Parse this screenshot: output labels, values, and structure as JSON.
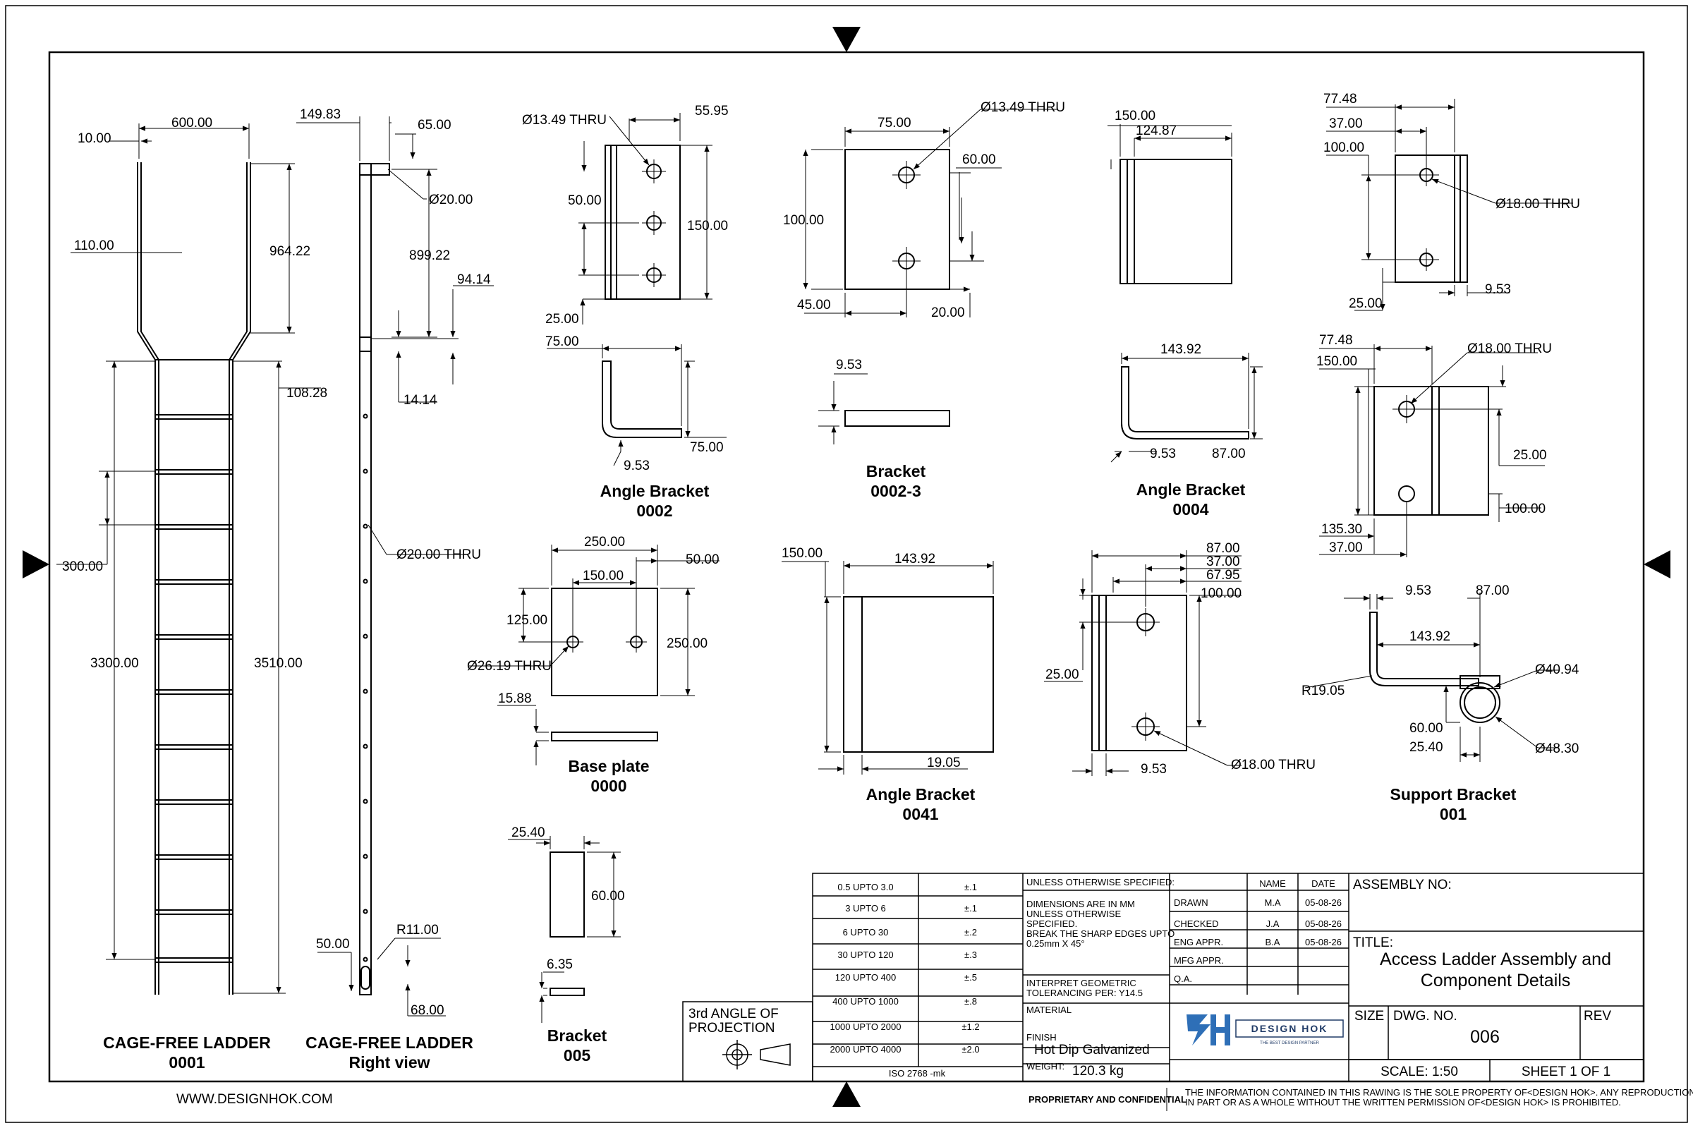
{
  "ladder": {
    "dims": {
      "w600": "600.00",
      "w10": "10.00",
      "w110": "110.00",
      "h964": "964.22",
      "h108": "108.28",
      "h300": "300.00",
      "h3300": "3300.00",
      "h3510": "3510.00"
    },
    "caption1": "CAGE-FREE LADDER",
    "caption2": "0001"
  },
  "ladder_right": {
    "dims": {
      "d149": "149.83",
      "d65": "65.00",
      "d20": "Ø20.00",
      "d899": "899.22",
      "d94": "94.14",
      "d14": "14.14",
      "d20thru": "Ø20.00 THRU",
      "r11": "R11.00",
      "d50": "50.00",
      "d68": "68.00"
    },
    "caption1": "CAGE-FREE LADDER",
    "caption2": "Right view"
  },
  "angle_0002": {
    "dims": {
      "hole": "Ø13.49 THRU",
      "w55": "55.95",
      "d50": "50.00",
      "h150": "150.00",
      "d25": "25.00",
      "d75a": "75.00",
      "d75b": "75.00",
      "t953": "9.53"
    },
    "caption1": "Angle Bracket",
    "caption2": "0002"
  },
  "bracket_0002_3": {
    "dims": {
      "hole": "Ø13.49 THRU",
      "w75": "75.00",
      "d60": "60.00",
      "h100": "100.00",
      "d45": "45.00",
      "d20": "20.00",
      "t953": "9.53"
    },
    "caption1": "Bracket",
    "caption2": "0002-3"
  },
  "angle_0004": {
    "dims": {
      "w150": "150.00",
      "w124": "124.87",
      "w143": "143.92",
      "t953": "9.53",
      "h87": "87.00"
    },
    "caption1": "Angle Bracket",
    "caption2": "0004"
  },
  "support_top": {
    "dims": {
      "d77": "77.48",
      "d37": "37.00",
      "d100": "100.00",
      "hole": "Ø18.00 THRU",
      "d25": "25.00",
      "t953": "9.53"
    }
  },
  "support_mid": {
    "dims": {
      "d77": "77.48",
      "d150": "150.00",
      "hole": "Ø18.00 THRU",
      "d25": "25.00",
      "d100": "100.00",
      "d135": "135.30",
      "d37": "37.00"
    }
  },
  "support_side": {
    "dims": {
      "t953": "9.53",
      "d87": "87.00",
      "w143": "143.92",
      "r19": "R19.05",
      "d40": "Ø40.94",
      "d60": "60.00",
      "d25": "25.40",
      "d48": "Ø48.30"
    },
    "caption1": "Support Bracket",
    "caption2": "001"
  },
  "base_plate": {
    "dims": {
      "w250": "250.00",
      "d50": "50.00",
      "d150": "150.00",
      "d125": "125.00",
      "h250": "250.00",
      "hole": "Ø26.19 THRU",
      "t15": "15.88"
    },
    "caption1": "Base plate",
    "caption2": "0000"
  },
  "angle_0041": {
    "dims": {
      "h150": "150.00",
      "w143": "143.92",
      "t19": "19.05"
    },
    "caption1": "Angle Bracket",
    "caption2": "0041"
  },
  "bracket_mid": {
    "dims": {
      "d87": "87.00",
      "d37": "37.00",
      "d67": "67.95",
      "d100": "100.00",
      "d25": "25.00",
      "hole": "Ø18.00 THRU",
      "t953": "9.53"
    }
  },
  "bracket_005": {
    "dims": {
      "w25": "25.40",
      "h60": "60.00",
      "t6": "6.35"
    },
    "caption1": "Bracket",
    "caption2": "005"
  },
  "website": "WWW.DESIGNHOK.COM",
  "title_block": {
    "tolerances": [
      {
        "range": "0.5 UPTO 3.0",
        "tol": "±.1"
      },
      {
        "range": "3 UPTO 6",
        "tol": "±.1"
      },
      {
        "range": "6 UPTO 30",
        "tol": "±.2"
      },
      {
        "range": "30 UPTO 120",
        "tol": "±.3"
      },
      {
        "range": "120 UPTO 400",
        "tol": "±.5"
      },
      {
        "range": "400 UPTO 1000",
        "tol": "±.8"
      },
      {
        "range": "1000 UPTO 2000",
        "tol": "±1.2"
      },
      {
        "range": "2000 UPTO 4000",
        "tol": "±2.0"
      }
    ],
    "iso": "ISO 2768 -mk",
    "unless": "UNLESS OTHERWISE SPECIFIED:",
    "dim_note_1": "DIMENSIONS ARE IN MM",
    "dim_note_2": "UNLESS OTHERWISE",
    "dim_note_3": "SPECIFIED.",
    "dim_note_4": "BREAK THE SHARP EDGES UPTO",
    "dim_note_5": "0.25mm X 45°",
    "interp_1": "INTERPRET GEOMETRIC",
    "interp_2": "TOLERANCING PER: Y14.5",
    "material_label": "MATERIAL",
    "finish_label": "FINISH",
    "finish": "Hot Dip Galvanized",
    "weight_label": "WEIGHT:",
    "weight": "120.3 kg",
    "projection_1": "3rd ANGLE OF",
    "projection_2": "PROJECTION",
    "name_hdr": "NAME",
    "date_hdr": "DATE",
    "approvals": [
      {
        "role": "DRAWN",
        "name": "M.A",
        "date": "05-08-26"
      },
      {
        "role": "CHECKED",
        "name": "J.A",
        "date": "05-08-26"
      },
      {
        "role": "ENG APPR.",
        "name": "B.A",
        "date": "05-08-26"
      },
      {
        "role": "MFG APPR.",
        "name": "",
        "date": ""
      },
      {
        "role": "Q.A.",
        "name": "",
        "date": ""
      }
    ],
    "assembly_label": "ASSEMBLY NO:",
    "title_label": "TITLE:",
    "title_1": "Access Ladder Assembly and",
    "title_2": "Component Details",
    "size_label": "SIZE",
    "dwg_label": "DWG.  NO.",
    "dwg_no": "006",
    "rev_label": "REV",
    "scale": "SCALE: 1:50",
    "sheet": "SHEET 1 OF 1",
    "proprietary": "PROPRIETARY AND CONFIDENTIAL",
    "legal_1": "THE INFORMATION CONTAINED IN THIS RAWING IS THE SOLE PROPERTY OF<DESIGN HOK>.  ANY REPRODUCTION",
    "legal_2": "IN PART OR AS A WHOLE WITHOUT THE WRITTEN PERMISSION OF<DESIGN HOK> IS PROHIBITED.",
    "logo_text": "DESIGN HOK",
    "logo_sub": "THE BEST DESIGN PARTNER"
  }
}
